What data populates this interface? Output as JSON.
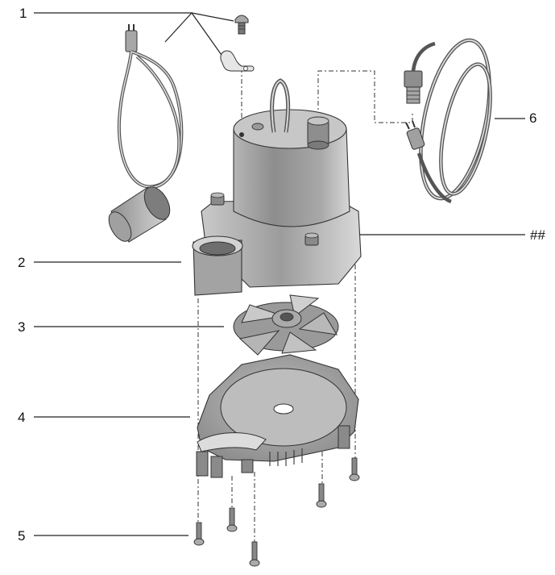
{
  "callouts": [
    {
      "id": "1",
      "label": "1"
    },
    {
      "id": "2",
      "label": "2"
    },
    {
      "id": "3",
      "label": "3"
    },
    {
      "id": "4",
      "label": "4"
    },
    {
      "id": "5",
      "label": "5"
    },
    {
      "id": "6",
      "label": "6"
    },
    {
      "id": "hash",
      "label": "##"
    }
  ],
  "colors": {
    "body_dark": "#9a9a9a",
    "body_light": "#cfcfcf",
    "line": "#333333",
    "background": "#ffffff"
  }
}
